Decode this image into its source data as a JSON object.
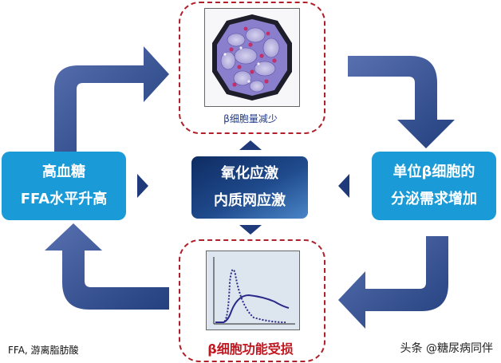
{
  "nodes": {
    "left": {
      "line1": "高血糖",
      "line2": "FFA水平升高"
    },
    "center": {
      "line1": "氧化应激",
      "line2": "内质网应激"
    },
    "right": {
      "line1": "单位β细胞的",
      "line2": "分泌需求增加"
    },
    "top": {
      "caption": "β细胞量减少"
    },
    "bottom": {
      "caption": "β细胞功能受损"
    }
  },
  "footnote": "FFA, 游离脂肪酸",
  "watermark": "头条 @糖尿病同伴",
  "colors": {
    "box_blue": "#1a9ad6",
    "arrow_navy": "#2e4d8f",
    "dash_red": "#b0202a",
    "center_dark": "#1d3f7a"
  }
}
